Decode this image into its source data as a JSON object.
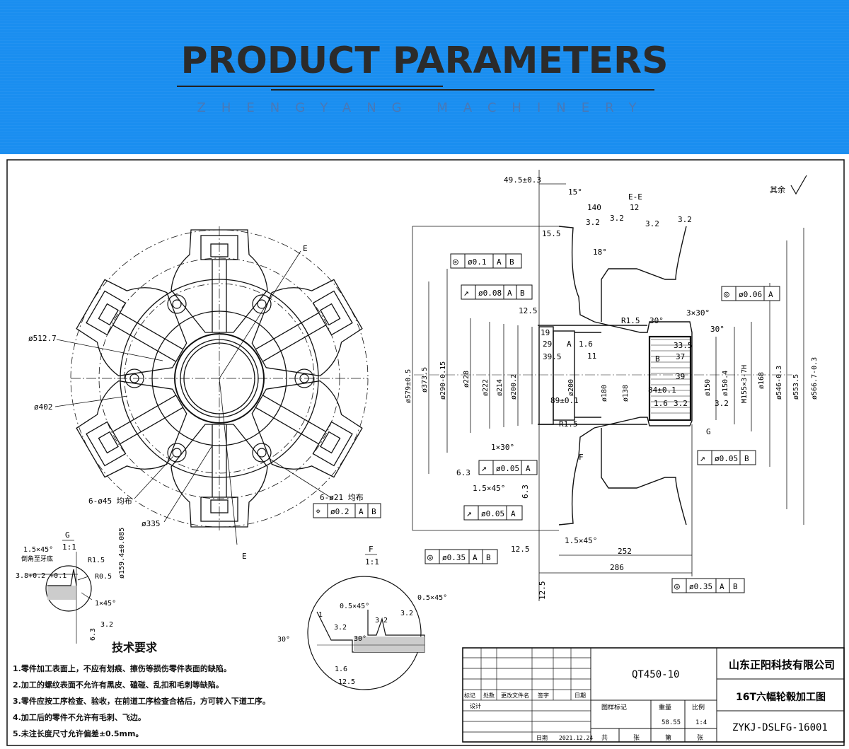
{
  "banner": {
    "title": "PRODUCT PARAMETERS",
    "subtitle": "ZHENGYANG MACHINERY",
    "background": "#1a8ef0"
  },
  "front_view": {
    "section_mark": "E",
    "labels": [
      "ø512.7",
      "ø402",
      "6-ø45 均布",
      "ø335",
      "6-ø21 均布"
    ],
    "position_frame": {
      "symbol": "⌖",
      "value": "ø0.2",
      "datums": [
        "A",
        "B"
      ]
    }
  },
  "side_view": {
    "dims_top": [
      "49.5±0.3",
      "15°",
      "140",
      "E-E",
      "12",
      "15.5",
      "18°",
      "12.5"
    ],
    "roughness": [
      "3.2",
      "3.2",
      "3.2",
      "3.2"
    ],
    "other_roughness_label": "其余",
    "frames": [
      {
        "symbol": "◎",
        "value": "ø0.1",
        "datums": [
          "A",
          "B"
        ]
      },
      {
        "symbol": "↗",
        "value": "ø0.08",
        "datums": [
          "A",
          "B"
        ]
      },
      {
        "symbol": "◎",
        "value": "ø0.06",
        "datums": [
          "A"
        ]
      },
      {
        "symbol": "↗",
        "value": "ø0.05",
        "datums": [
          "A"
        ]
      },
      {
        "symbol": "↗",
        "value": "ø0.05",
        "datums": [
          "B"
        ]
      },
      {
        "symbol": "↗",
        "value": "ø0.05",
        "datums": [
          "A"
        ]
      },
      {
        "symbol": "◎",
        "value": "ø0.35",
        "datums": [
          "A",
          "B"
        ]
      },
      {
        "symbol": "◎",
        "value": "ø0.35",
        "datums": [
          "A",
          "B"
        ]
      }
    ],
    "vertical_dims": [
      "ø579±0.5",
      "ø373.5",
      "ø290-0.15",
      "ø228",
      "ø222",
      "ø214",
      "ø200.2",
      "ø200",
      "ø180",
      "ø138",
      "ø150",
      "ø150.4",
      "M155×3-7H",
      "ø168",
      "ø546-0.3",
      "ø553.5",
      "ø566.7-0.3"
    ],
    "inner_dims": [
      "R1.5",
      "30°",
      "3×30°",
      "30°",
      "19",
      "29",
      "39.5",
      "1.6",
      "11",
      "33.5",
      "37",
      "39",
      "84±0.1",
      "1.6",
      "3.2",
      "3.2",
      "89±0.1",
      "R1.5",
      "1×30°",
      "6.3",
      "1.5×45°",
      "6.3",
      "12.5",
      "1.5×45°",
      "252",
      "286",
      "12.5",
      "G",
      "F",
      "A",
      "B"
    ]
  },
  "detail_g": {
    "title": "G",
    "scale": "1:1",
    "labels": [
      "1.5×45°",
      "倒角至牙底",
      "3.8+0.2 +0.1",
      "R1.5",
      "R0.5",
      "ø159.4±0.085",
      "1×45°",
      "3.2",
      "6.3"
    ]
  },
  "detail_f": {
    "title": "F",
    "scale": "1:1",
    "labels": [
      "0.5×45°",
      "0.5×45°",
      "1",
      "3.2",
      "3.2",
      "3.2",
      "30°",
      "30°",
      "1.6",
      "12.5"
    ]
  },
  "notes": {
    "title": "技术要求",
    "items": [
      "1.零件加工表面上，不应有划痕、擦伤等损伤零件表面的缺陷。",
      "2.加工的螺纹表面不允许有黑皮、磕碰、乱扣和毛刺等缺陷。",
      "3.零件应按工序检查、验收，在前道工序检查合格后，方可转入下道工序。",
      "4.加工后的零件不允许有毛刺、飞边。",
      "5.未注长度尺寸允许偏差±0.5mm。"
    ]
  },
  "title_block": {
    "material": "QT450-10",
    "company": "山东正阳科技有限公司",
    "part_name": "16T六幅轮毂加工图",
    "drawing_no": "ZYKJ-DSLFG-16001",
    "headers": [
      "标记",
      "处数",
      "更改文件名",
      "签字",
      "日期"
    ],
    "design_label": "设计",
    "stage_label": "图样标记",
    "weight_label": "重量",
    "scale_label": "比例",
    "weight": "58.55",
    "scale": "1:4",
    "date_label": "日期",
    "date": "2021.12.24",
    "total_label": "共",
    "sheet_label": "张",
    "page_label": "第"
  }
}
